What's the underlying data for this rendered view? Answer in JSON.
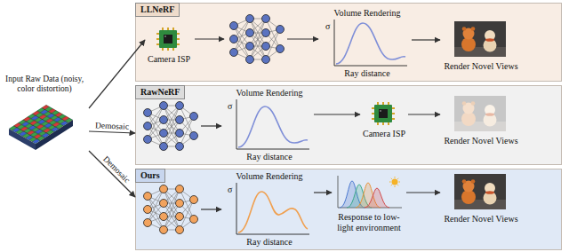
{
  "diagram": {
    "nodes": [
      {
        "text": [
          "Input Raw Data (noisy, color distortion)"
        ]
      },
      {
        "text": [
          "LLNeRF"
        ]
      },
      {
        "text": [
          "Camera ISP"
        ],
        "in": 1
      },
      {
        "text": [
          "Volume Rendering",
          "σ",
          "Ray distance"
        ],
        "in": 1
      },
      {
        "text": [
          "Render Novel Views"
        ],
        "in": 1
      },
      {
        "text": [
          "RawNeRF"
        ]
      },
      {
        "text": [
          "Volume Rendering",
          "σ",
          "Ray distance"
        ],
        "in": 5
      },
      {
        "text": [
          "Camera ISP"
        ],
        "in": 5
      },
      {
        "text": [
          "Render Novel Views"
        ],
        "in": 5
      },
      {
        "text": [
          "Ours"
        ]
      },
      {
        "text": [
          "Volume Rendering",
          "σ",
          "Ray distance"
        ],
        "in": 9
      },
      {
        "text": [
          "Response to low-light environment"
        ],
        "in": 9
      },
      {
        "text": [
          "Render Novel Views"
        ],
        "in": 9
      }
    ],
    "edges": [
      {
        "from": 0,
        "to": 2,
        "arrow": "to"
      },
      {
        "from": 0,
        "to": 5,
        "label": "Demosaic",
        "arrow": "to"
      },
      {
        "from": 0,
        "to": 9,
        "label": "Demosaic",
        "arrow": "to"
      },
      {
        "from": 3,
        "to": 4,
        "arrow": "to"
      },
      {
        "from": 6,
        "to": 7,
        "arrow": "to"
      },
      {
        "from": 7,
        "to": 8,
        "arrow": "to"
      },
      {
        "from": 10,
        "to": 11,
        "arrow": "to"
      },
      {
        "from": 11,
        "to": 12,
        "arrow": "to"
      }
    ]
  }
}
